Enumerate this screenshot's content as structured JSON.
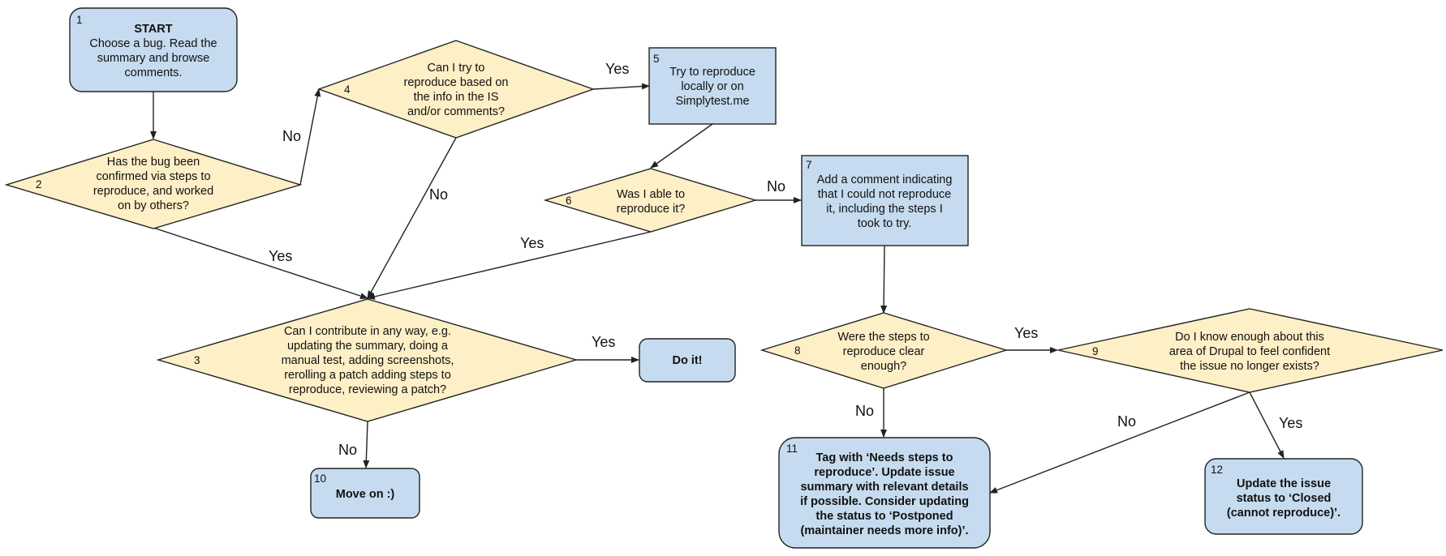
{
  "nodes": {
    "n1": {
      "num": "1",
      "lines": [
        "START",
        "Choose a bug. Read the",
        "summary and browse",
        "comments."
      ]
    },
    "n2": {
      "num": "2",
      "lines": [
        "Has the bug been",
        "confirmed via steps to",
        "reproduce, and worked",
        "on by others?"
      ]
    },
    "n3": {
      "num": "3",
      "lines": [
        "Can I contribute in any way, e.g.",
        "updating the summary, doing a",
        "manual test, adding screenshots,",
        "rerolling a patch adding steps to",
        "reproduce, reviewing a patch?"
      ]
    },
    "n4": {
      "num": "4",
      "lines": [
        "Can I try to",
        "reproduce based on",
        "the info in the IS",
        "and/or comments?"
      ]
    },
    "n5": {
      "num": "5",
      "lines": [
        "Try to reproduce",
        "locally or on",
        "Simplytest.me"
      ]
    },
    "n6": {
      "num": "6",
      "lines": [
        "Was I able to",
        "reproduce it?"
      ]
    },
    "n7": {
      "num": "7",
      "lines": [
        "Add a comment indicating",
        "that I could not reproduce",
        "it, including the steps I",
        "took to try."
      ]
    },
    "n8": {
      "num": "8",
      "lines": [
        "Were the steps to",
        "reproduce clear",
        "enough?"
      ]
    },
    "n9": {
      "num": "9",
      "lines": [
        "Do I know enough about this",
        "area of Drupal to feel confident",
        "the issue no longer exists?"
      ]
    },
    "n10": {
      "num": "10",
      "lines": [
        "Move on :)"
      ]
    },
    "n11": {
      "num": "11",
      "lines": [
        "Tag with ‘Needs steps to",
        "reproduce’. Update issue",
        "summary with relevant details",
        "if possible. Consider updating",
        "the status to ‘Postponed",
        "(maintainer needs more info)’."
      ]
    },
    "n12": {
      "num": "12",
      "lines": [
        "Update the issue",
        "status to ‘Closed",
        "(cannot reproduce)’."
      ]
    },
    "doit": {
      "lines": [
        "Do it!"
      ]
    }
  },
  "edge_labels": {
    "e2_4": "No",
    "e2_3": "Yes",
    "e4_5": "Yes",
    "e4_3": "No",
    "e6_3": "Yes",
    "e6_7": "No",
    "e3_doit": "Yes",
    "e3_10": "No",
    "e8_9": "Yes",
    "e8_11": "No",
    "e9_11": "No",
    "e9_12": "Yes"
  },
  "colors": {
    "process": "#c6dbef",
    "decision": "#fdefc6",
    "stroke": "#222222"
  }
}
